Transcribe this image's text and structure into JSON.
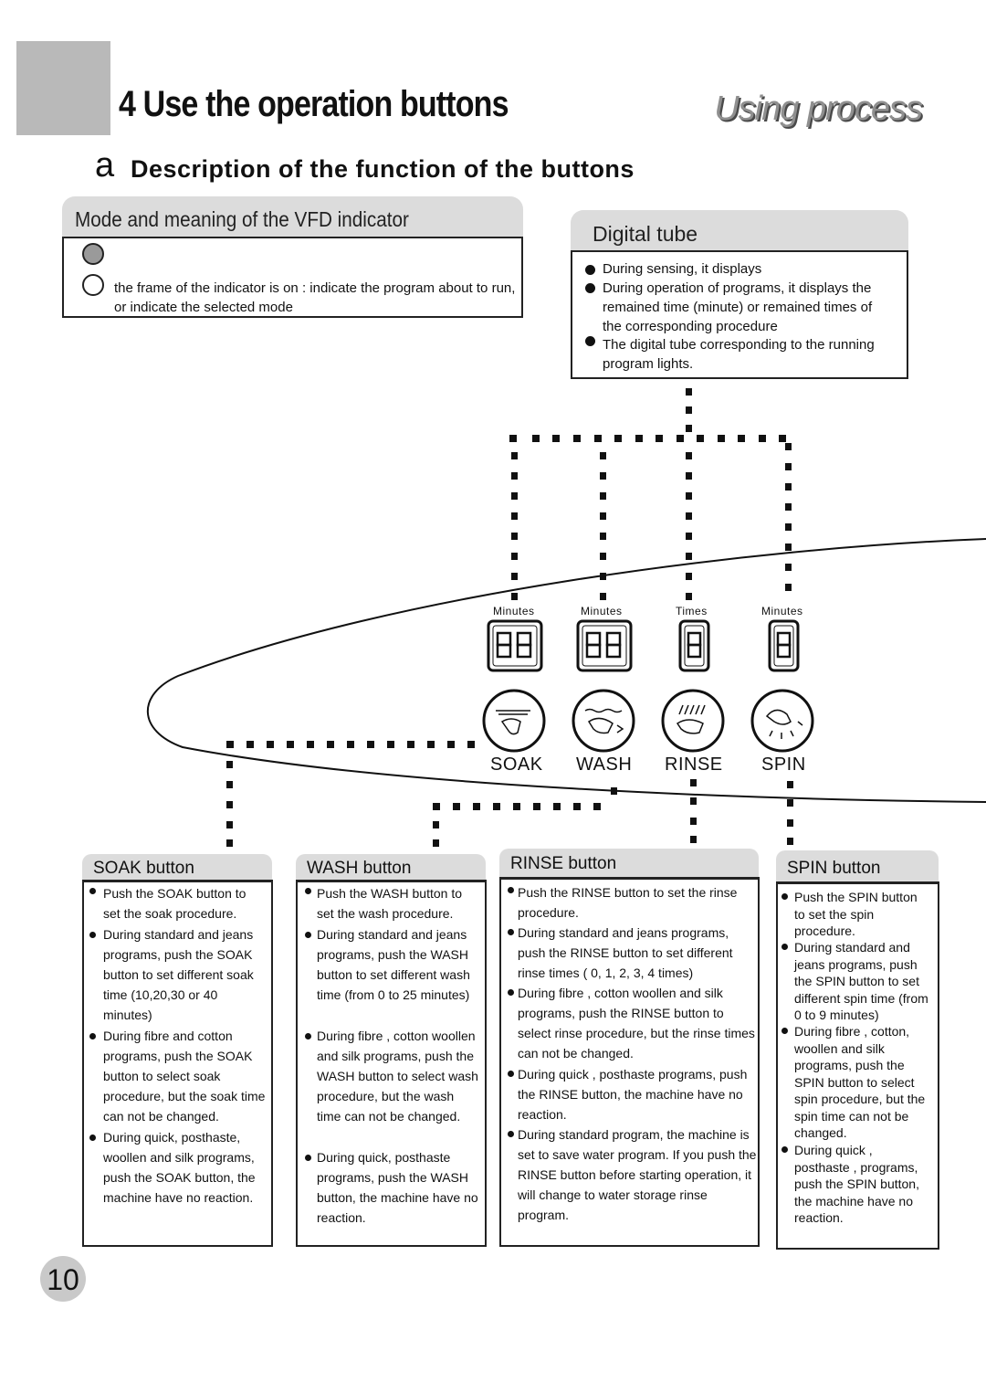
{
  "header": {
    "section_title": "4 Use the operation buttons",
    "chapter": "Using process",
    "letter": "a",
    "subtitle": "Description of the function of  the buttons"
  },
  "vfd": {
    "tab": "Mode and meaning of the VFD indicator",
    "text": "the frame of the indicator is on : indicate the program about to run, or indicate the selected mode"
  },
  "digital_tube": {
    "tab": "Digital tube",
    "items": [
      "During sensing, it displays",
      "During operation of programs, it displays the remained time (minute) or remained times of the corresponding procedure",
      "The digital tube corresponding to the running program lights."
    ]
  },
  "panel": {
    "units": [
      "Minutes",
      "Minutes",
      "Times",
      "Minutes"
    ],
    "buttons": [
      "SOAK",
      "WASH",
      "RINSE",
      "SPIN"
    ]
  },
  "soak": {
    "tab": "SOAK button",
    "items": [
      "Push the  SOAK  button to set  the soak procedure.",
      "During  standard  and jeans  programs, push the SOAK button to set different soak time (10,20,30 or 40 minutes)",
      "During  fibre and cotton programs, push  the  SOAK button to select  soak procedure, but the soak time can not be changed.",
      "During quick, posthaste, woollen and silk programs, push the  SOAK button, the machine have no reaction."
    ]
  },
  "wash": {
    "tab": "WASH button",
    "items": [
      "Push the  WASH  button to set  the wash procedure.",
      "During  standard  and jeans  programs, push the WASH button to set different wash time (from 0 to 25 minutes)",
      "During  fibre , cotton   woollen and  silk programs, push the  WASH button to select  wash procedure, but the wash time can not be changed.",
      "During quick, posthaste programs, push the  WASH button, the machine have no reaction."
    ]
  },
  "rinse": {
    "tab": "RINSE button",
    "items": [
      "Push the  RINSE  button to set the rinse procedure.",
      "During  standard  and  jeans  programs, push the  RINSE  button  to  set  different rinse  times (  0, 1, 2, 3, 4 times)",
      "During   fibre ,  cotton   woollen and  silk  programs, push the  RINSE button to select  rinse  procedure, but the rinse times can not be changed.",
      "During  quick , posthaste programs, push the  RINSE  button, the machine have no reaction.",
      "During  standard  program, the machine is set to  save water program. If you push the  RINSE  button before starting operation, it will change to  water storage rinse  program."
    ]
  },
  "spin": {
    "tab": "SPIN button",
    "items": [
      "Push the  SPIN  button to set the spin procedure.",
      "During  standard  and jeans  programs, push the SPIN button to set different spin time (from 0 to 9 minutes)",
      "During  fibre , cotton, woollen  and  silk programs, push the SPIN button to select spin procedure, but the spin time can not be changed.",
      "During  quick , posthaste , programs, push the SPIN button, the machine have no reaction."
    ]
  },
  "page_number": "10"
}
